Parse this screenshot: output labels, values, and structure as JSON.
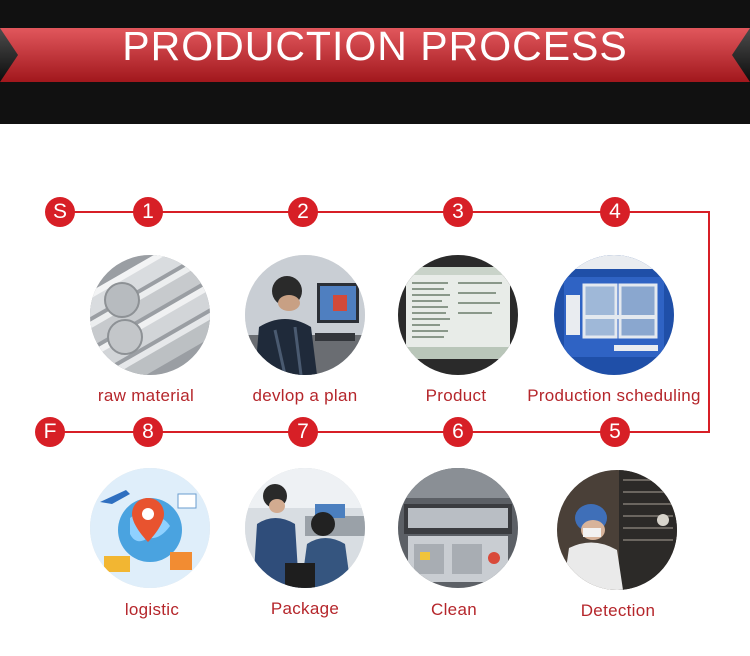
{
  "header": {
    "title": "PRODUCTION PROCESS"
  },
  "colors": {
    "accent": "#d71f26",
    "label": "#b5262b",
    "header_bg": "#111111"
  },
  "start_marker": "S",
  "finish_marker": "F",
  "steps": [
    {
      "number": "1",
      "label": "raw material",
      "icon": "steel-rods-photo"
    },
    {
      "number": "2",
      "label": "devlop a plan",
      "icon": "engineer-at-computer-photo"
    },
    {
      "number": "3",
      "label": "Product",
      "icon": "cnc-screen-photo"
    },
    {
      "number": "4",
      "label": "Production scheduling",
      "icon": "cnc-machine-photo"
    },
    {
      "number": "5",
      "label": "Detection",
      "icon": "inspection-worker-photo"
    },
    {
      "number": "6",
      "label": "Clean",
      "icon": "cleaning-tank-photo"
    },
    {
      "number": "7",
      "label": "Package",
      "icon": "packing-workers-photo"
    },
    {
      "number": "8",
      "label": "logistic",
      "icon": "logistics-globe-photo"
    }
  ]
}
